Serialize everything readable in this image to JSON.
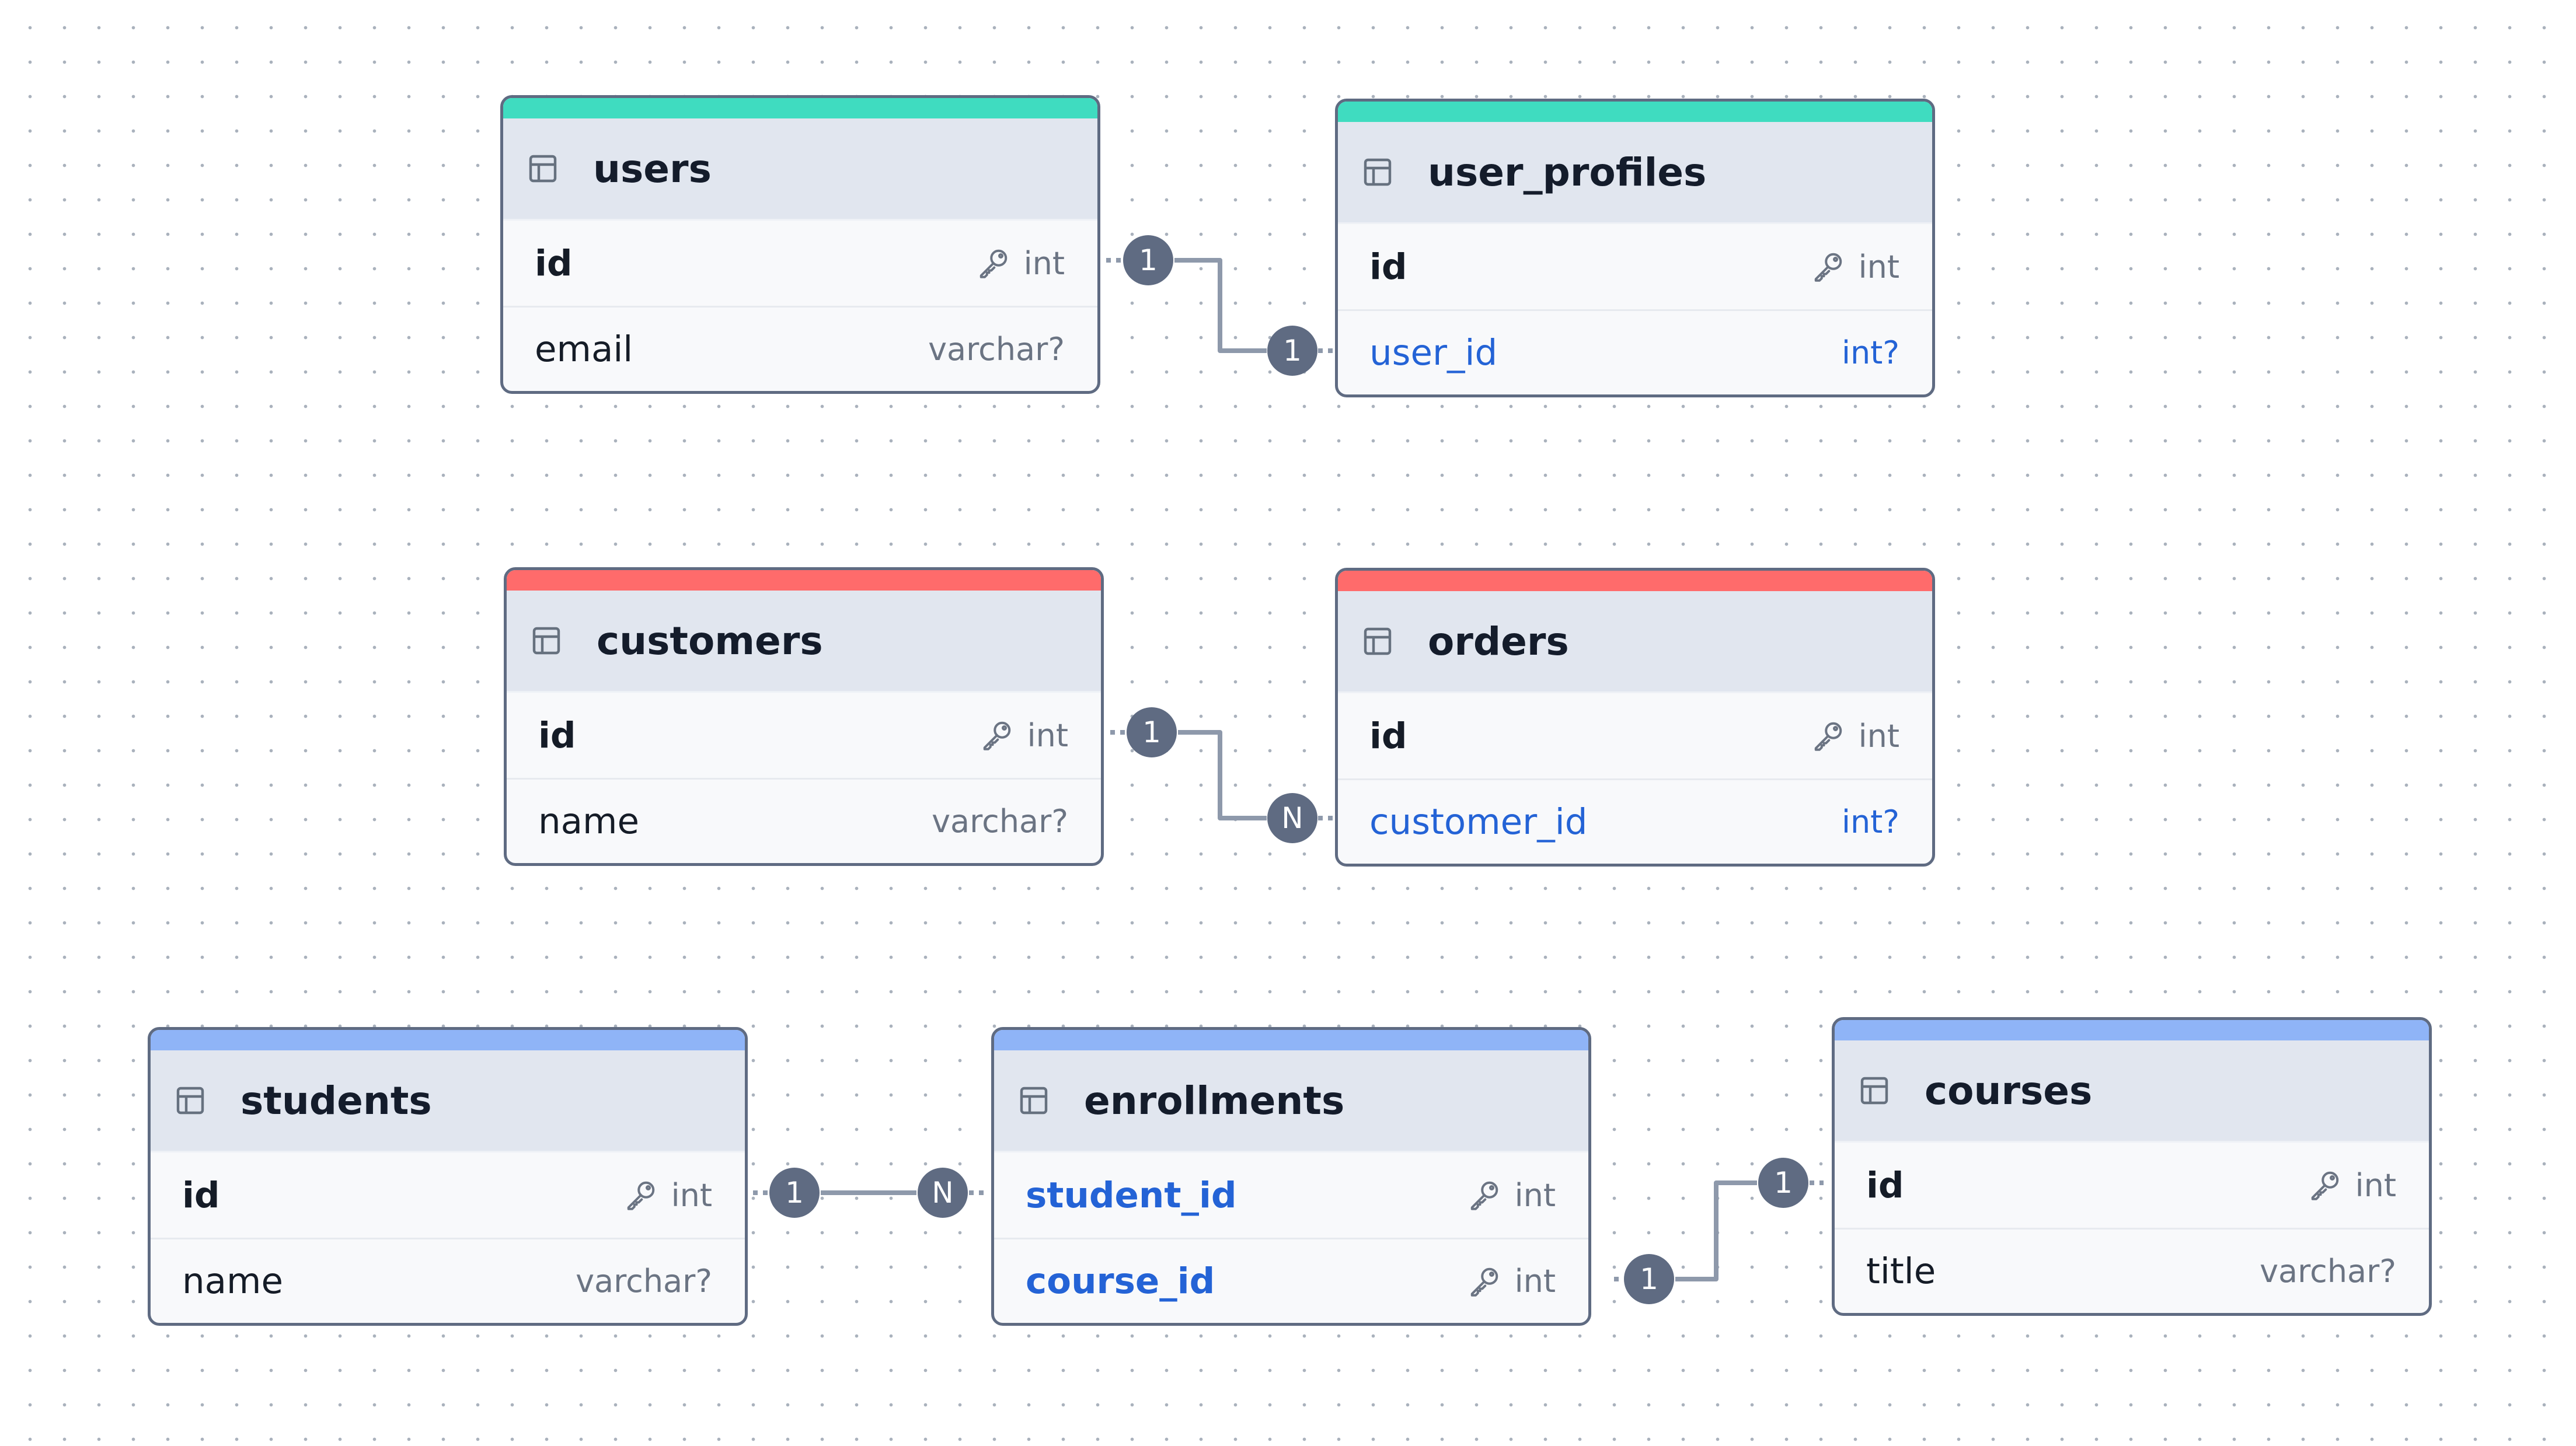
{
  "colors": {
    "teal": "#3fdcc0",
    "red": "#ff6b6b",
    "blue": "#8fb4f7",
    "badge": "#5f6b82",
    "connector": "#8e99ab",
    "fk_text": "#2463d6"
  },
  "tables": {
    "users": {
      "name": "users",
      "columns": [
        {
          "name": "id",
          "type": "int",
          "pk": true
        },
        {
          "name": "email",
          "type": "varchar?"
        }
      ]
    },
    "user_profiles": {
      "name": "user_profiles",
      "columns": [
        {
          "name": "id",
          "type": "int",
          "pk": true
        },
        {
          "name": "user_id",
          "type": "int?",
          "fk": true
        }
      ]
    },
    "customers": {
      "name": "customers",
      "columns": [
        {
          "name": "id",
          "type": "int",
          "pk": true
        },
        {
          "name": "name",
          "type": "varchar?"
        }
      ]
    },
    "orders": {
      "name": "orders",
      "columns": [
        {
          "name": "id",
          "type": "int",
          "pk": true
        },
        {
          "name": "customer_id",
          "type": "int?",
          "fk": true
        }
      ]
    },
    "students": {
      "name": "students",
      "columns": [
        {
          "name": "id",
          "type": "int",
          "pk": true
        },
        {
          "name": "name",
          "type": "varchar?"
        }
      ]
    },
    "enrollments": {
      "name": "enrollments",
      "columns": [
        {
          "name": "student_id",
          "type": "int",
          "pk": true,
          "fk": true
        },
        {
          "name": "course_id",
          "type": "int",
          "pk": true,
          "fk": true
        }
      ]
    },
    "courses": {
      "name": "courses",
      "columns": [
        {
          "name": "id",
          "type": "int",
          "pk": true
        },
        {
          "name": "title",
          "type": "varchar?"
        }
      ]
    }
  },
  "relationships": [
    {
      "from": "users.id",
      "to": "user_profiles.user_id",
      "from_label": "1",
      "to_label": "1"
    },
    {
      "from": "customers.id",
      "to": "orders.customer_id",
      "from_label": "1",
      "to_label": "N"
    },
    {
      "from": "students.id",
      "to": "enrollments.student_id",
      "from_label": "1",
      "to_label": "N"
    },
    {
      "from": "enrollments.course_id",
      "to": "courses.id",
      "from_label": "1",
      "to_label": "1"
    }
  ]
}
